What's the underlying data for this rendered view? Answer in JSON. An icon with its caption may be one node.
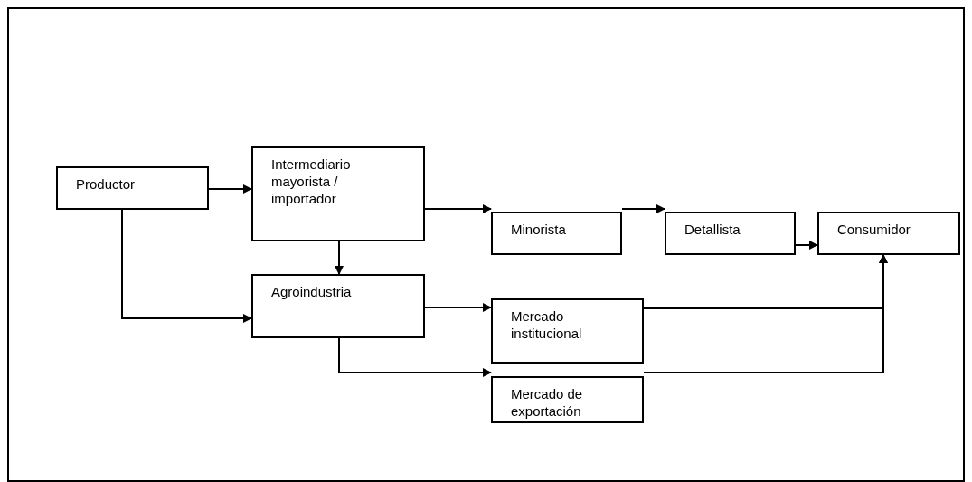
{
  "diagram": {
    "nodes": [
      {
        "text": [
          "Productor"
        ]
      },
      {
        "text": [
          "Intermediario mayorista / importador"
        ]
      },
      {
        "text": [
          "Minorista"
        ]
      },
      {
        "text": [
          "Detallista"
        ]
      },
      {
        "text": [
          "Consumidor"
        ]
      },
      {
        "text": [
          "Agroindustria"
        ]
      },
      {
        "text": [
          "Mercado institucional"
        ]
      },
      {
        "text": [
          "Mercado de exportación"
        ]
      }
    ],
    "edges": [
      {
        "from": 0,
        "to": 1,
        "arrow": "to"
      },
      {
        "from": 0,
        "to": 5,
        "arrow": "to"
      },
      {
        "from": 1,
        "to": 5,
        "arrow": "to"
      },
      {
        "from": 1,
        "to": 2,
        "arrow": "to"
      },
      {
        "from": 2,
        "to": 3,
        "arrow": "to"
      },
      {
        "from": 3,
        "to": 4,
        "arrow": "to"
      },
      {
        "from": 5,
        "to": 6,
        "arrow": "to"
      },
      {
        "from": 5,
        "to": 7,
        "arrow": "to"
      },
      {
        "from": 6,
        "to": 4,
        "arrow": "to"
      },
      {
        "from": 7,
        "to": 4,
        "arrow": "to"
      }
    ]
  }
}
